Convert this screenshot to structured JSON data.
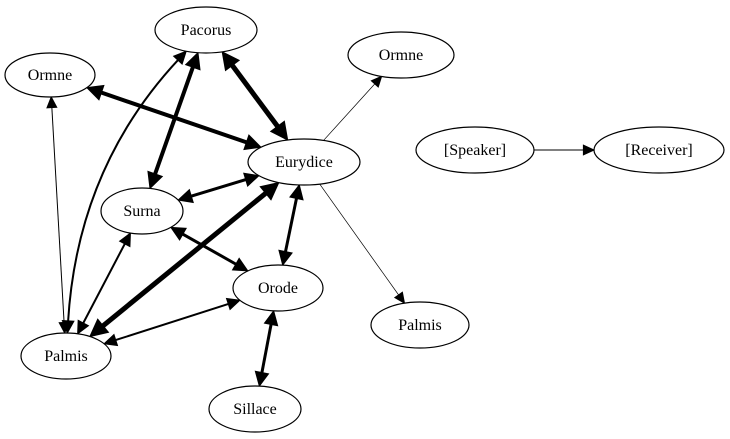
{
  "graph": {
    "nodes": [
      {
        "id": "pacorus",
        "label": "Pacorus"
      },
      {
        "id": "ormne1",
        "label": "Ormne"
      },
      {
        "id": "ormne2",
        "label": "Ormne"
      },
      {
        "id": "eurydice",
        "label": "Eurydice"
      },
      {
        "id": "speaker",
        "label": "[Speaker]"
      },
      {
        "id": "receiver",
        "label": "[Receiver]"
      },
      {
        "id": "surna",
        "label": "Surna"
      },
      {
        "id": "orode",
        "label": "Orode"
      },
      {
        "id": "palmis1",
        "label": "Palmis"
      },
      {
        "id": "palmis2",
        "label": "Palmis"
      },
      {
        "id": "sillace",
        "label": "Sillace"
      }
    ],
    "edges": [
      {
        "from": "pacorus",
        "to": "eurydice",
        "weight": 5,
        "bidirectional": true
      },
      {
        "from": "ormne1",
        "to": "eurydice",
        "weight": 4,
        "bidirectional": true
      },
      {
        "from": "pacorus",
        "to": "surna",
        "weight": 4,
        "bidirectional": true
      },
      {
        "from": "palmis1",
        "to": "pacorus",
        "weight": 2,
        "bidirectional": true
      },
      {
        "from": "palmis1",
        "to": "ormne1",
        "weight": 1,
        "bidirectional": true
      },
      {
        "from": "eurydice",
        "to": "ormne2",
        "weight": 0.5,
        "bidirectional": false
      },
      {
        "from": "eurydice",
        "to": "palmis2",
        "weight": 0.5,
        "bidirectional": false
      },
      {
        "from": "surna",
        "to": "eurydice",
        "weight": 3,
        "bidirectional": true
      },
      {
        "from": "palmis1",
        "to": "eurydice",
        "weight": 5,
        "bidirectional": true
      },
      {
        "from": "surna",
        "to": "orode",
        "weight": 3,
        "bidirectional": true
      },
      {
        "from": "eurydice",
        "to": "orode",
        "weight": 3,
        "bidirectional": true
      },
      {
        "from": "palmis1",
        "to": "surna",
        "weight": 2,
        "bidirectional": true
      },
      {
        "from": "palmis1",
        "to": "orode",
        "weight": 2,
        "bidirectional": true
      },
      {
        "from": "orode",
        "to": "sillace",
        "weight": 3,
        "bidirectional": true
      },
      {
        "from": "speaker",
        "to": "receiver",
        "weight": 1,
        "bidirectional": false
      }
    ]
  }
}
